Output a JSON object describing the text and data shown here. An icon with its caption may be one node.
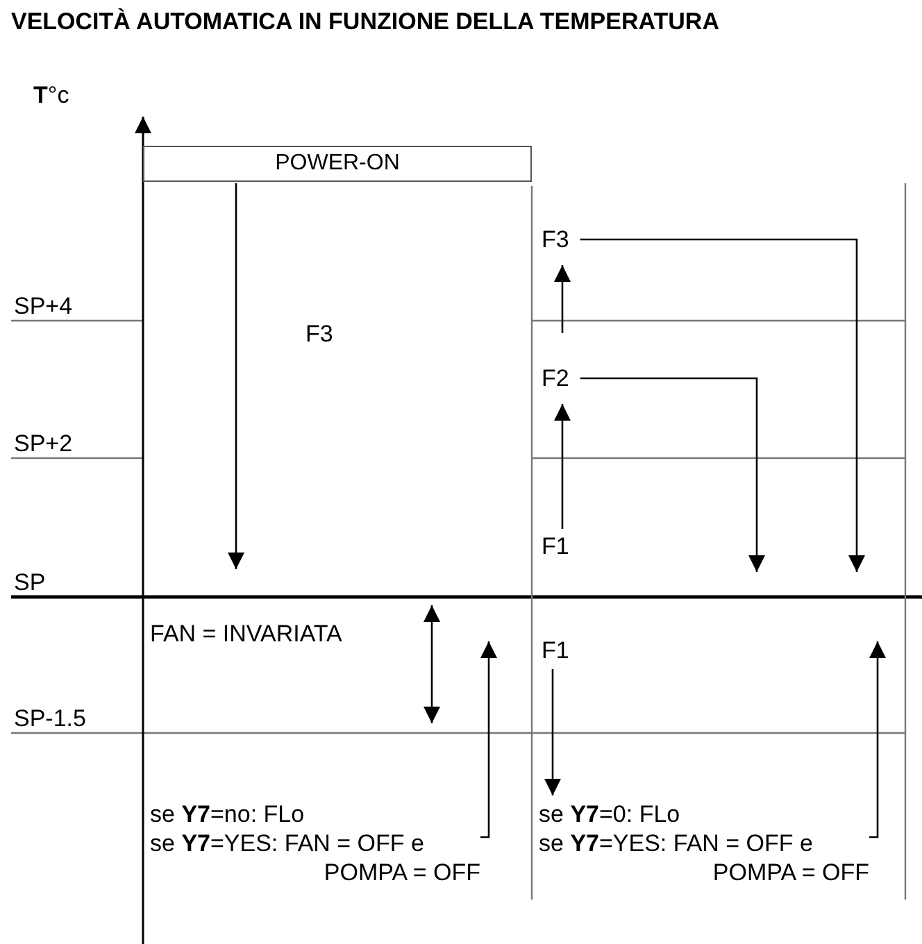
{
  "diagram": {
    "title": "VELOCITÀ AUTOMATICA IN FUNZIONE DELLA TEMPERATURA",
    "nodes": [
      {
        "text": [
          "POWER-ON"
        ]
      },
      {
        "text": [
          "F3"
        ]
      },
      {
        "text": [
          "FAN = INVARIATA"
        ]
      },
      {
        "text": [
          "se **Y7**=no: FLo",
          "se **Y7**=YES: FAN = OFF e POMPA = OFF"
        ]
      },
      {
        "text": [
          "F3"
        ]
      },
      {
        "text": [
          "F2"
        ]
      },
      {
        "text": [
          "F1"
        ]
      },
      {
        "text": [
          "F1"
        ]
      },
      {
        "text": [
          "se **Y7**=0: FLo",
          "se **Y7**=YES: FAN = OFF e POMPA = OFF"
        ]
      }
    ],
    "edges": [
      {
        "from": 6,
        "to": 5,
        "arrow": "to"
      },
      {
        "from": 5,
        "to": 4,
        "arrow": "to"
      },
      {
        "from": 5,
        "to": null,
        "arrow": "to"
      },
      {
        "from": 4,
        "to": null,
        "arrow": "to"
      },
      {
        "from": 7,
        "to": 8,
        "arrow": "to"
      },
      {
        "from": 8,
        "to": null,
        "arrow": "to"
      },
      {
        "from": 3,
        "to": null,
        "arrow": "to"
      },
      {
        "from": 0,
        "to": null,
        "arrow": "to"
      }
    ],
    "labels": [
      "**T**°c",
      "SP+4",
      "SP+2",
      "SP",
      "SP-1.5"
    ]
  }
}
